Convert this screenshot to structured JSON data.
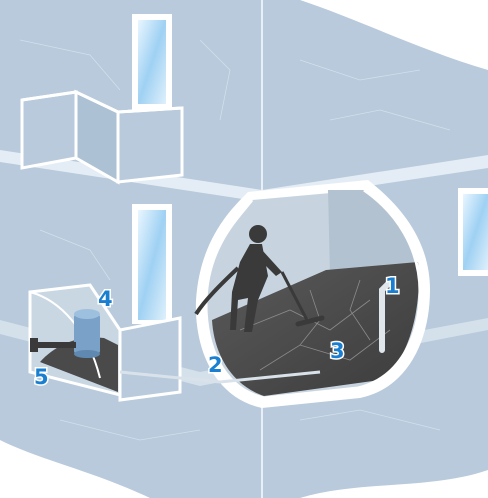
{
  "diagram": {
    "callouts": [
      {
        "id": "1",
        "label": "1"
      },
      {
        "id": "2",
        "label": "2"
      },
      {
        "id": "3",
        "label": "3"
      },
      {
        "id": "4",
        "label": "4"
      },
      {
        "id": "5",
        "label": "5"
      }
    ],
    "colors": {
      "wall": "#b8cadb",
      "wall_shade": "#a9bccf",
      "line": "#ffffff",
      "floor": "#4a4a4a",
      "glass": "#cfe6f7",
      "callout": "#1a7fd0",
      "silhouette": "#3a3a3a"
    },
    "icons": [
      "vacuum-operator-figure",
      "central-vacuum-unit",
      "exhaust-pipe",
      "wall-inlet-pipe"
    ]
  }
}
